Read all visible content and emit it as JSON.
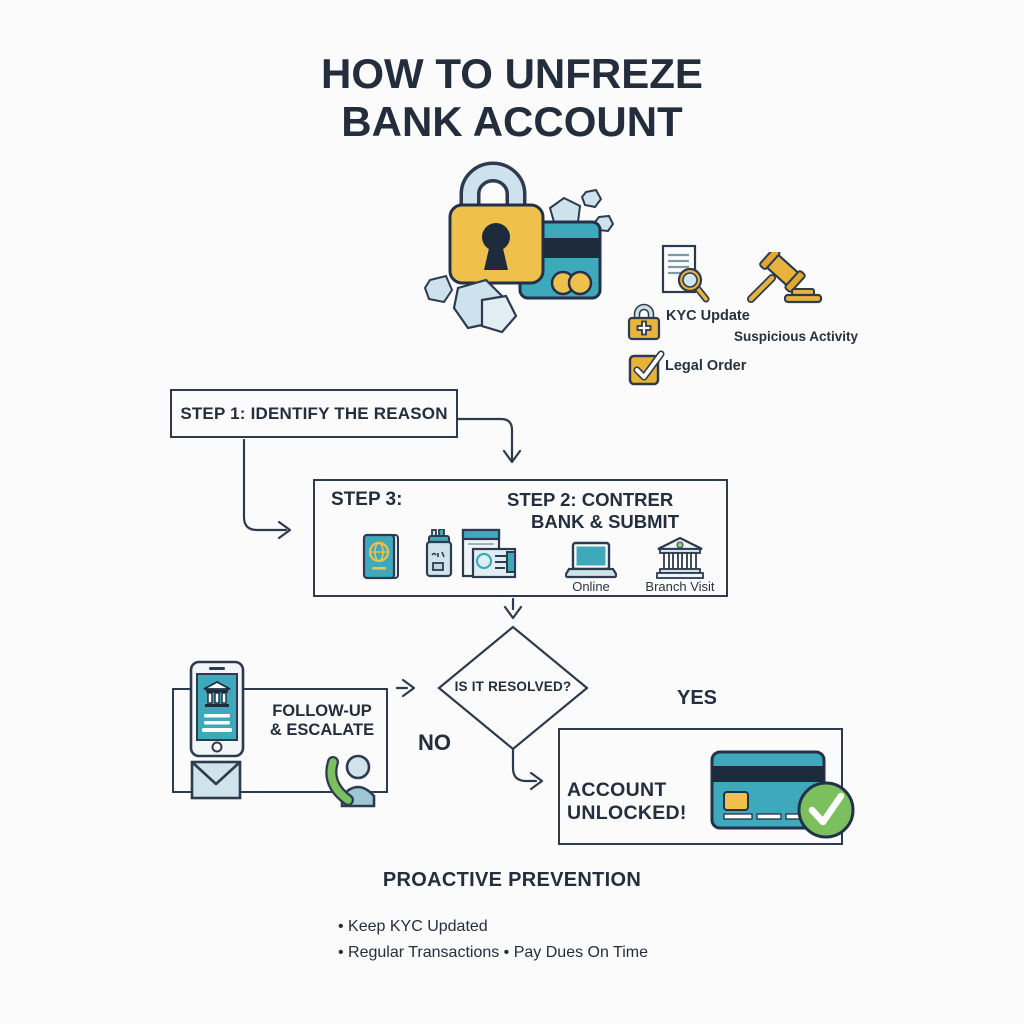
{
  "title": {
    "line1": "HOW TO UNFREZE",
    "line2": "BANK ACCOUNT"
  },
  "reasons": {
    "kyc": {
      "label": "KYC Update"
    },
    "suspicious": {
      "label": "Suspicious Activity"
    },
    "legal": {
      "label": "Legal Order"
    }
  },
  "flow": {
    "step1": {
      "label": "STEP 1: IDENTIFY THE REASON"
    },
    "steps23": {
      "step3_label": "STEP 3:",
      "step2_line1": "STEP 2: CONTRER",
      "step2_line2": "BANK & SUBMIT",
      "online_label": "Online",
      "branch_label": "Branch Visit"
    },
    "decision": {
      "question": "IS IT RESOLVED?",
      "no": "NO",
      "yes": "YES"
    },
    "followup": {
      "line1": "FOLLOW-UP",
      "line2": "& ESCALATE"
    },
    "unlocked": {
      "line1": "ACCOUNT",
      "line2": "UNLOCKED!"
    }
  },
  "prevention": {
    "heading": "PROACTIVE PREVENTION",
    "line1": "• Keep KYC Updated",
    "line2": "• Regular Transactions • Pay Dues On Time"
  },
  "colors": {
    "ink": "#2e3a4d",
    "text": "#242e3d",
    "yellow": "#efc04b",
    "gold": "#e8b33a",
    "teal": "#3fa9bc",
    "dark_stripe": "#1d2b3d",
    "ice_blue": "#cde2ec",
    "green": "#7cc05e",
    "background": "#fafbfa"
  }
}
